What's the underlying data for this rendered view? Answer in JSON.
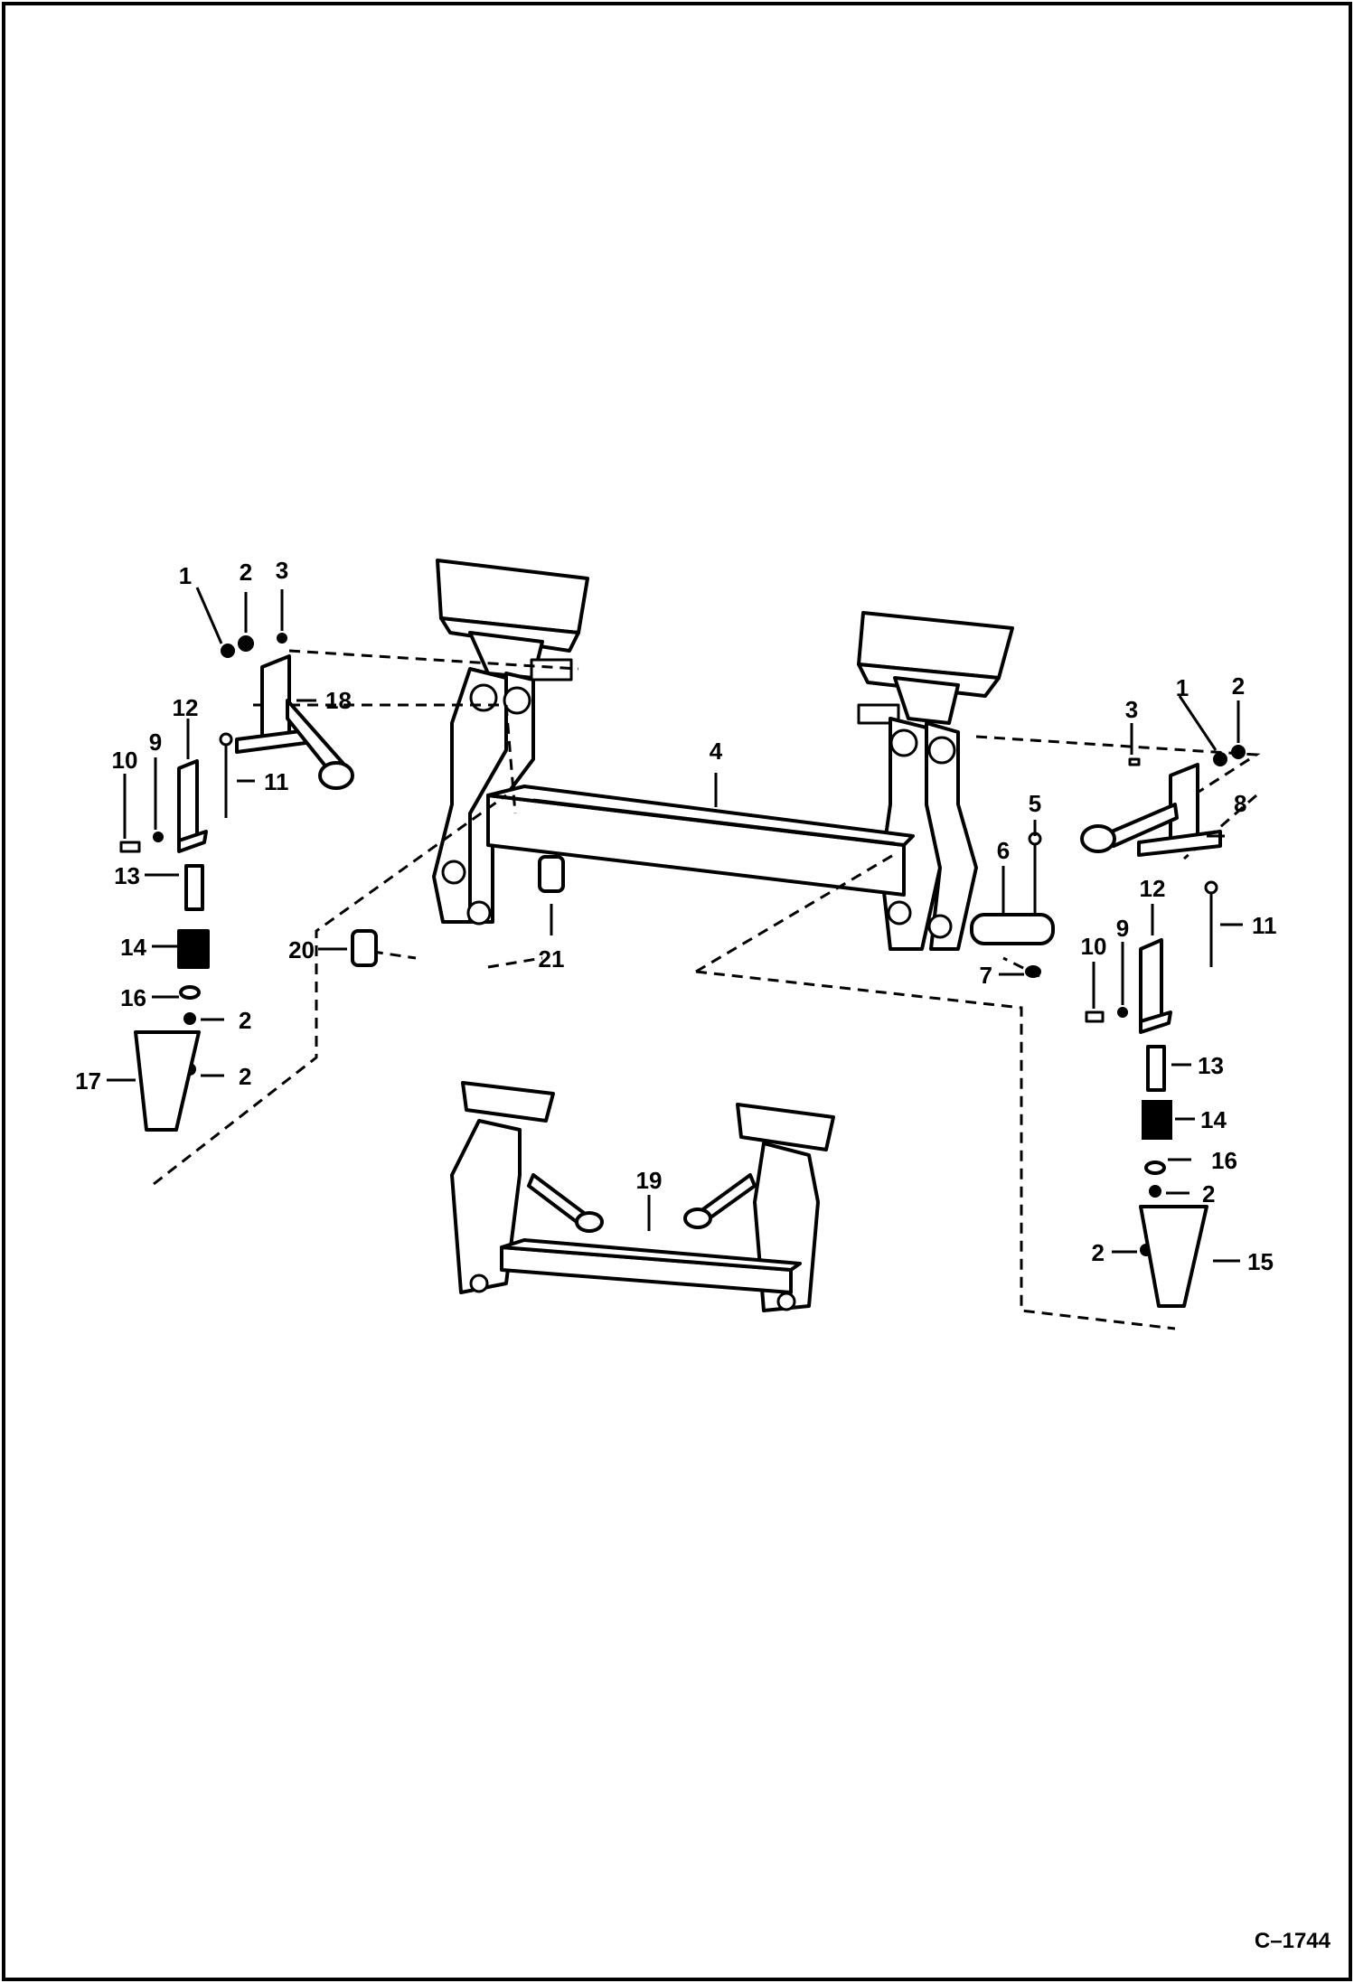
{
  "diagram": {
    "figure_ref": "C–1744",
    "callouts": [
      "1",
      "2",
      "3",
      "4",
      "5",
      "6",
      "7",
      "8",
      "9",
      "10",
      "11",
      "12",
      "13",
      "14",
      "15",
      "16",
      "17",
      "18",
      "19",
      "20",
      "21"
    ]
  }
}
